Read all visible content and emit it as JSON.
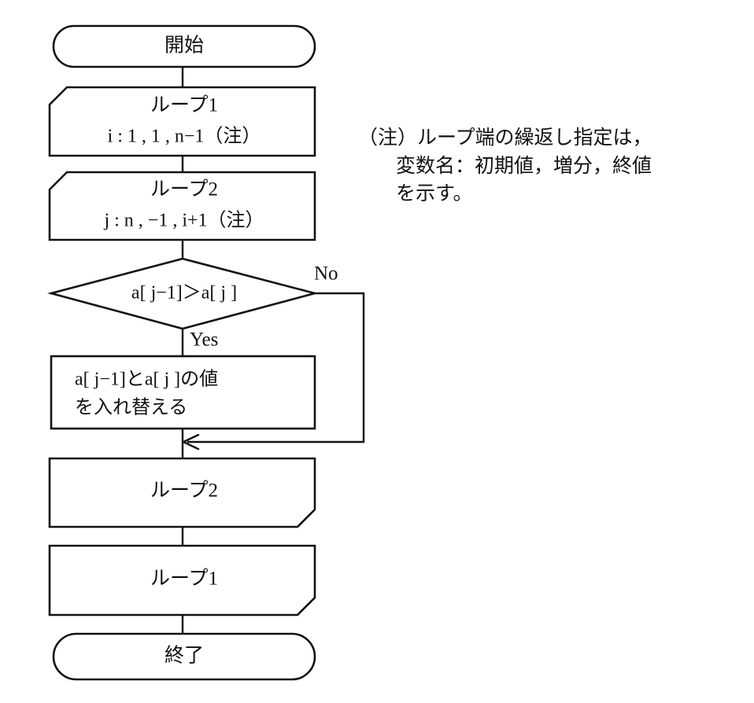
{
  "diagram": {
    "title_visible": false,
    "background_color": "#ffffff",
    "line_color": "#121212",
    "nodes": {
      "start": {
        "type": "terminator",
        "label": "開始"
      },
      "loop1_begin": {
        "type": "loop-start",
        "label_line1": "ループ1",
        "label_line2": "i : 1 , 1 , n−1（注）"
      },
      "loop2_begin": {
        "type": "loop-start",
        "label_line1": "ループ2",
        "label_line2": "j : n , −1 , i+1（注）"
      },
      "decision": {
        "type": "decision",
        "label": "a[ j−1]＞a[ j ]"
      },
      "process_swap": {
        "type": "process",
        "label_line1": "a[ j−1]とa[ j ]の値",
        "label_line2": "を入れ替える"
      },
      "loop2_end": {
        "type": "loop-end",
        "label": "ループ2"
      },
      "loop1_end": {
        "type": "loop-end",
        "label": "ループ1"
      },
      "end": {
        "type": "terminator",
        "label": "終了"
      }
    },
    "branch_labels": {
      "yes": "Yes",
      "no": "No"
    },
    "note": {
      "line1": "（注）ループ端の繰返し指定は，",
      "line2": "変数名：初期値，増分，終値",
      "line3": "を示す。"
    }
  }
}
